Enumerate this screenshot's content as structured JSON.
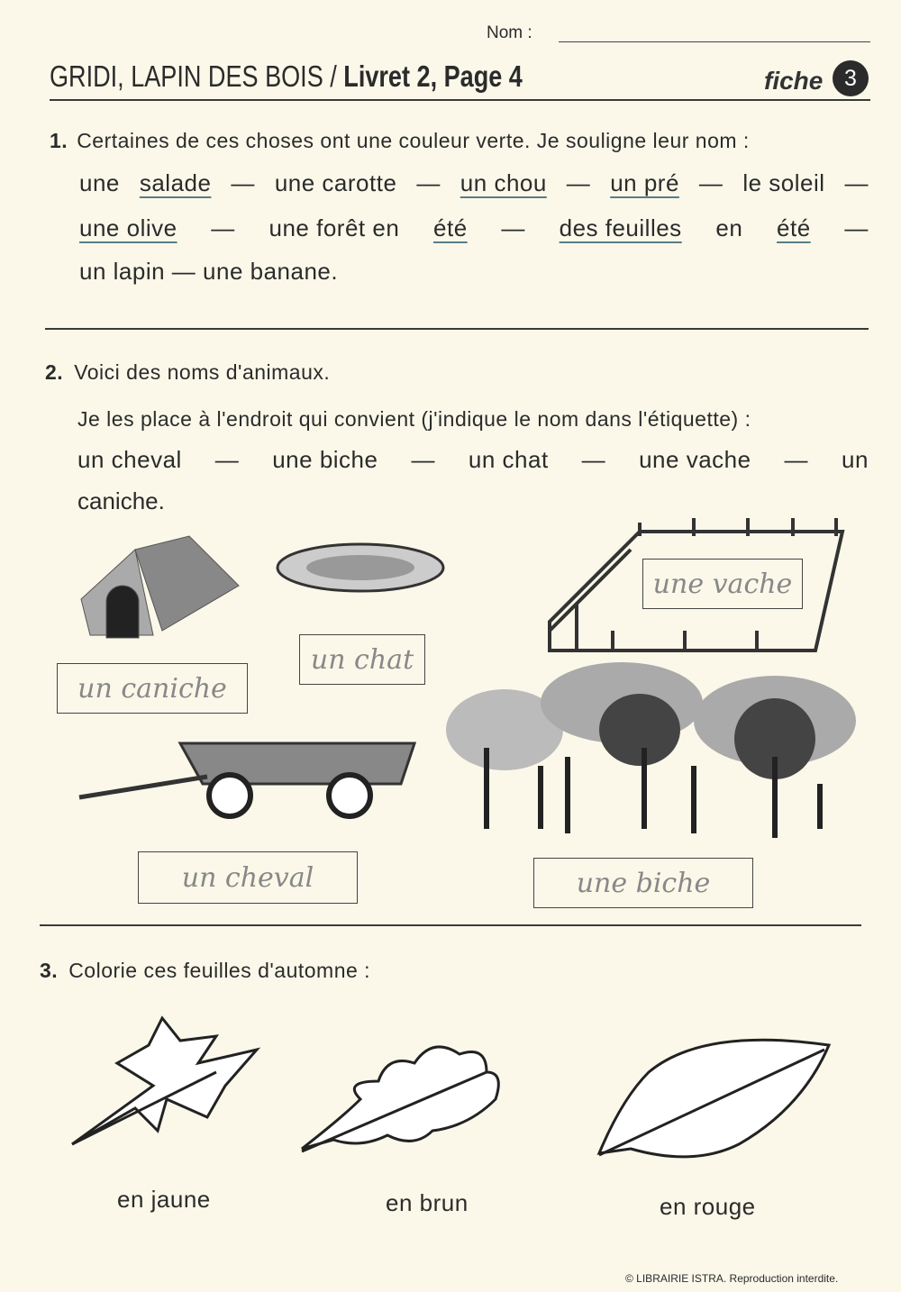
{
  "header": {
    "name_label": "Nom :",
    "title_left": "GRIDI, LAPIN DES BOIS /",
    "title_right": "Livret 2, Page 4",
    "fiche_label": "fiche",
    "fiche_number": "3"
  },
  "q1": {
    "number": "1.",
    "instruction": "Certaines de ces choses ont une couleur verte. Je souligne leur nom :",
    "lines": [
      [
        {
          "t": "une "
        },
        {
          "t": "salade",
          "u": true
        },
        {
          "t": "—"
        },
        {
          "t": "une carotte"
        },
        {
          "t": "—"
        },
        {
          "t": "un chou",
          "u": true
        },
        {
          "t": "—"
        },
        {
          "t": "un pré",
          "u": true
        },
        {
          "t": "—"
        },
        {
          "t": "le soleil"
        },
        {
          "t": "—"
        }
      ],
      [
        {
          "t": "une olive",
          "u": true
        },
        {
          "t": "—"
        },
        {
          "t": "une forêt en "
        },
        {
          "t": "été",
          "u": true
        },
        {
          "t": "—"
        },
        {
          "t": "des feuilles",
          "u": true
        },
        {
          "t": "en"
        },
        {
          "t": "été",
          "u": true
        },
        {
          "t": "—"
        }
      ],
      [
        {
          "t": "un lapin — une banane."
        }
      ]
    ]
  },
  "q2": {
    "number": "2.",
    "instruction1": "Voici des noms d'animaux.",
    "instruction2": "Je les place à l'endroit qui convient (j'indique le nom dans l'étiquette) :",
    "line1": [
      "un cheval",
      "—",
      "une biche",
      "—",
      "un chat",
      "—",
      "une vache",
      "—",
      "un"
    ],
    "line2": "caniche.",
    "tags": {
      "niche": "un caniche",
      "basket": "un chat",
      "enclos": "une vache",
      "chariot": "un cheval",
      "foret": "une biche"
    }
  },
  "q3": {
    "number": "3.",
    "instruction": "Colorie ces feuilles d'automne :",
    "captions": [
      "en jaune",
      "en brun",
      "en rouge"
    ]
  },
  "footer": {
    "copyright": "©  LIBRAIRIE ISTRA. Reproduction interdite."
  }
}
